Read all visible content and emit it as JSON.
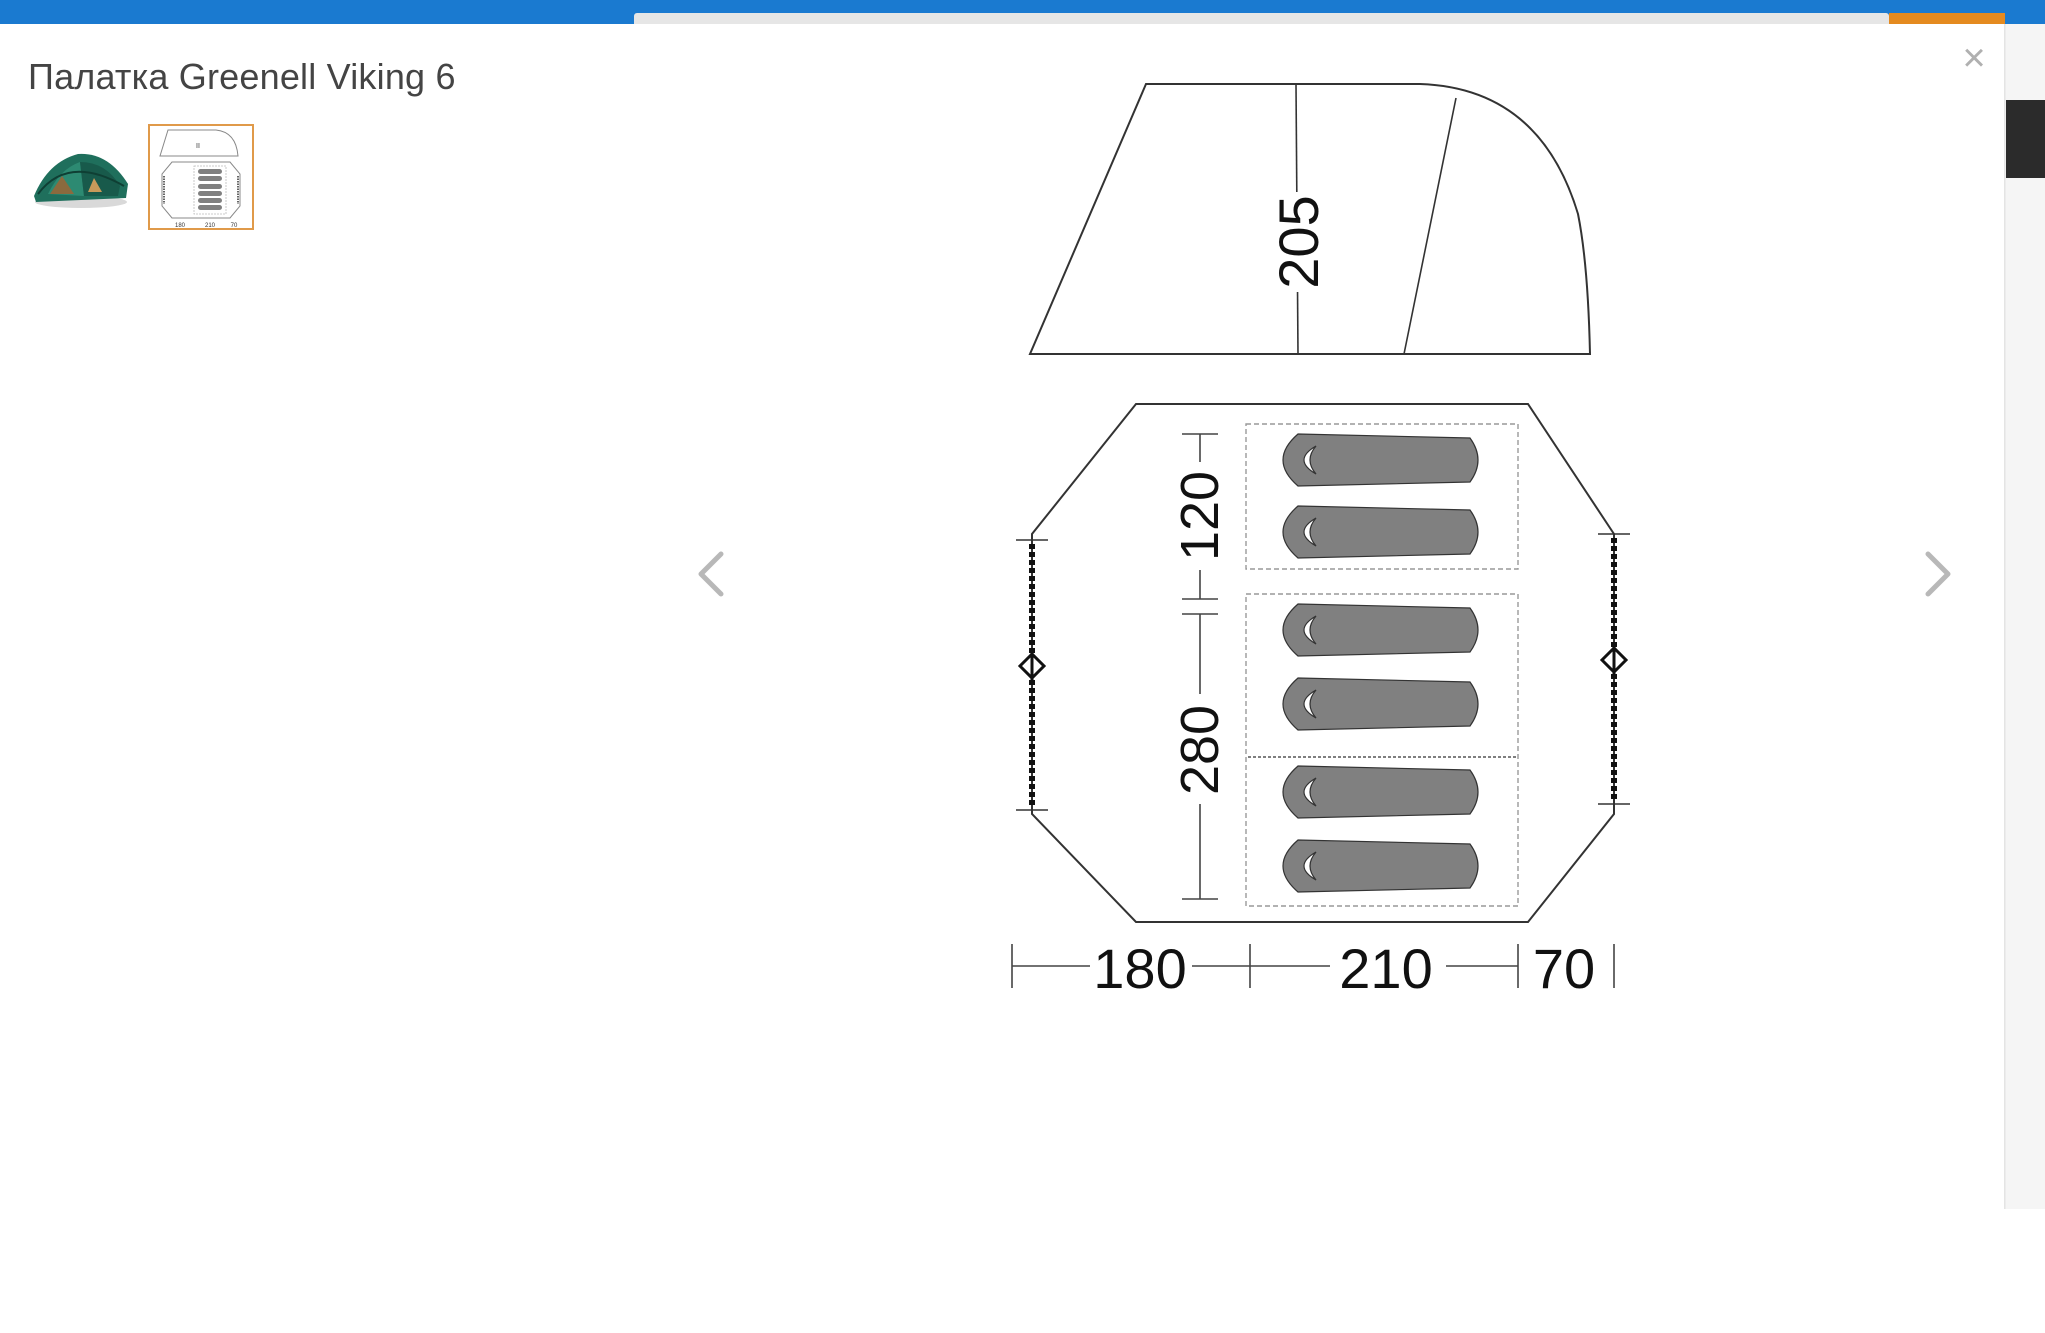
{
  "modal": {
    "title": "Палатка Greenell Viking 6",
    "close_label": "×"
  },
  "thumbnails": [
    {
      "name": "tent-photo",
      "selected": false
    },
    {
      "name": "tent-diagram",
      "selected": true
    }
  ],
  "navigation": {
    "prev_icon": "chevron-left-icon",
    "next_icon": "chevron-right-icon"
  },
  "diagram": {
    "height_label": "205",
    "vestibule_width_label": "120",
    "inner_width_label": "280",
    "front_vestibule_label": "180",
    "inner_length_label": "210",
    "rear_vestibule_label": "70",
    "sleeping_places": 6
  },
  "colors": {
    "accent": "#1a7ad0",
    "selected_border": "#e09a4a",
    "sleeping_bag": "#808080"
  }
}
